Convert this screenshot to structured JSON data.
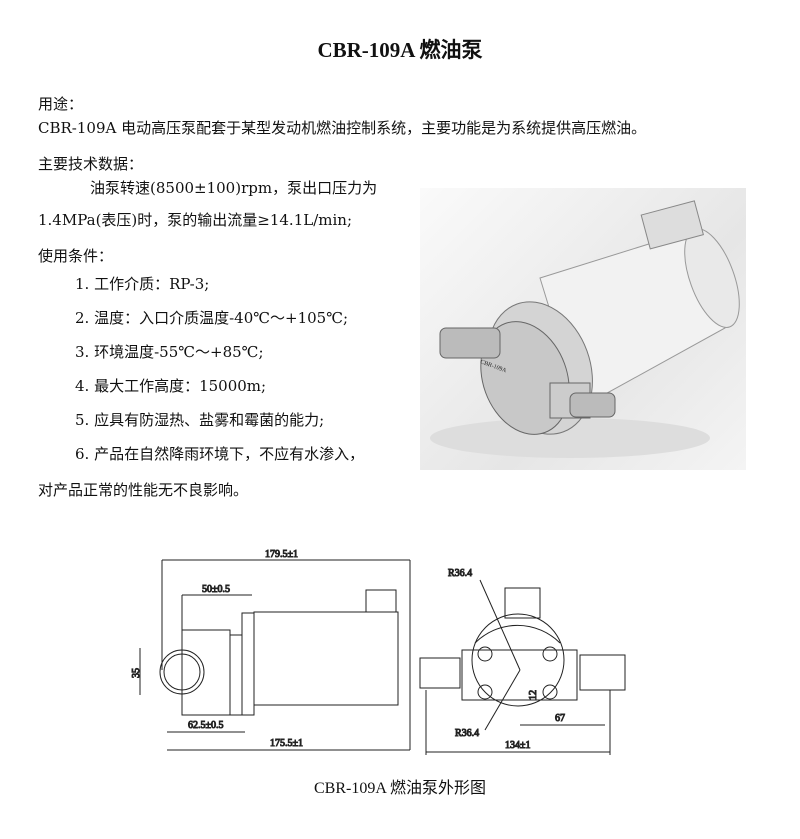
{
  "title": "CBR-109A 燃油泵",
  "usage": {
    "heading": "用途：",
    "text": "CBR-109A 电动高压泵配套于某型发动机燃油控制系统，主要功能是为系统提供高压燃油。"
  },
  "specs": {
    "heading": "主要技术数据：",
    "line1": "油泵转速(8500±100)rpm，泵出口压力为",
    "line2": "1.4MPa(表压)时，泵的输出流量≥14.1L/min;"
  },
  "conditions": {
    "heading": "使用条件：",
    "items": [
      "1. 工作介质：RP-3;",
      "2. 温度：入口介质温度-40℃～+105℃;",
      "3. 环境温度-55℃～+85℃;",
      "4. 最大工作高度：15000m;",
      "5. 应具有防湿热、盐雾和霉菌的能力;",
      "6. 产品在自然降雨环境下，不应有水渗入，"
    ],
    "continuation": "对产品正常的性能无不良影响。"
  },
  "drawing": {
    "dims": {
      "overall_length": "179.5±1",
      "flange": "50±0.5",
      "height": "35",
      "pump_len": "62.5±0.5",
      "body_len": "175.5±1",
      "radius_top": "R36.4",
      "radius_bottom": "R36.4",
      "offset": "12",
      "half_width": "67",
      "width": "134±1"
    },
    "plate_text": "CBR-109A"
  },
  "caption": "CBR-109A 燃油泵外形图"
}
